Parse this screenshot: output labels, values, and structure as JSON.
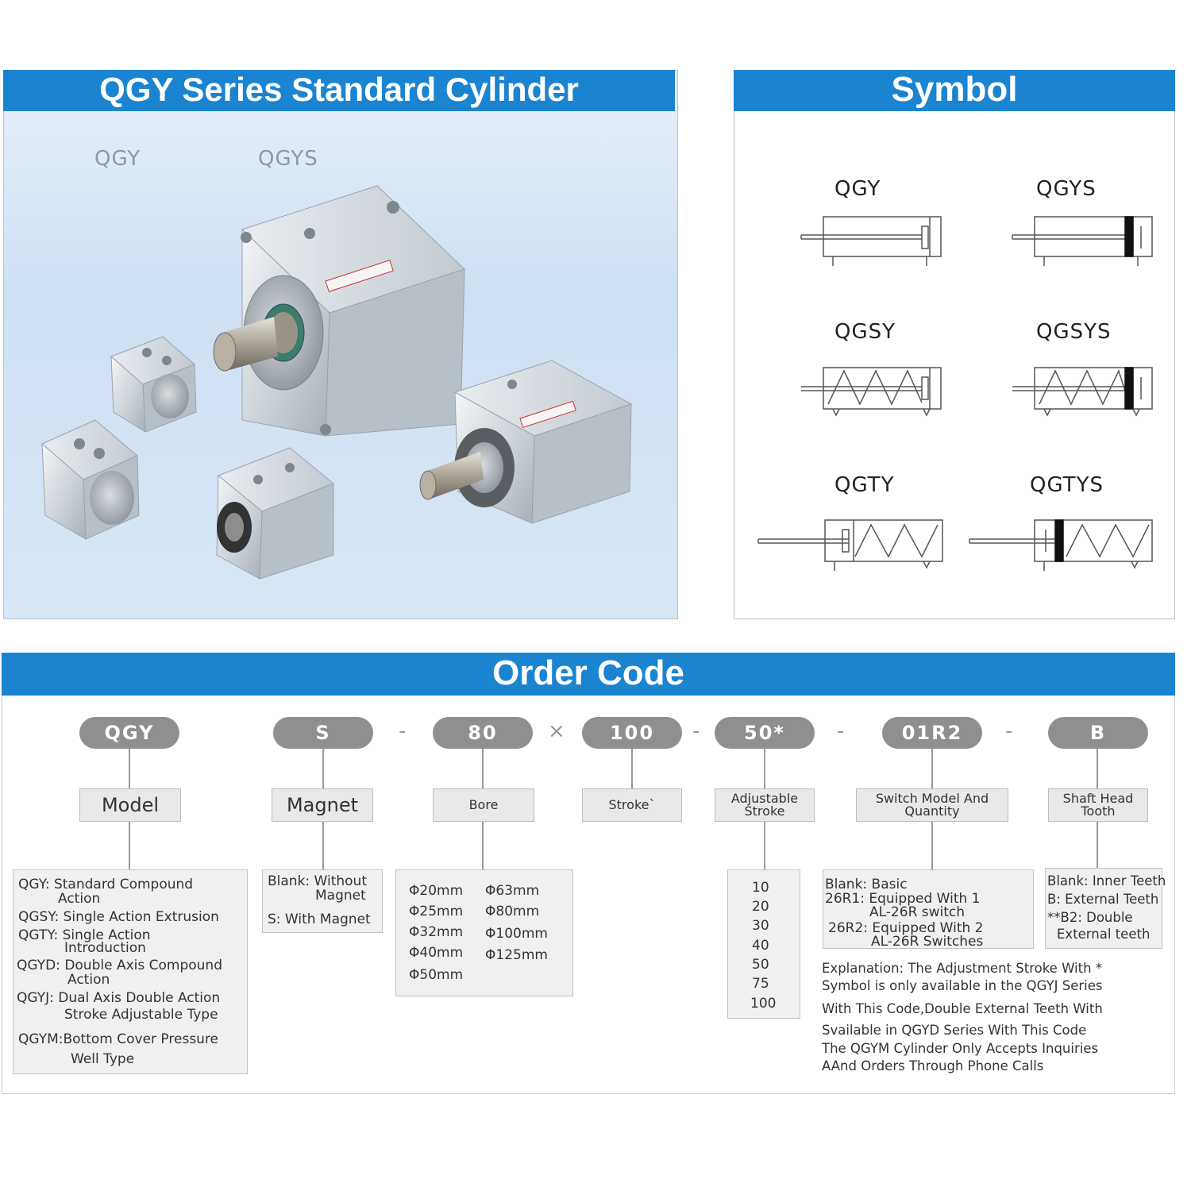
{
  "header": {
    "product_title": "QGY Series Standard Cylinder",
    "symbol_title": "Symbol",
    "order_title": "Order Code"
  },
  "photo": {
    "label_qgy": "QGY",
    "label_qgys": "QGYS"
  },
  "symbols": [
    {
      "label": "QGY"
    },
    {
      "label": "QGYS"
    },
    {
      "label": "QGSY"
    },
    {
      "label": "QGSYS"
    },
    {
      "label": "QGTY"
    },
    {
      "label": "QGTYS"
    }
  ],
  "order": {
    "codes": [
      "QGY",
      "S",
      "80",
      "100",
      "50*",
      "01R2",
      "B"
    ],
    "separators": [
      "-",
      "×",
      "-",
      "-",
      "-"
    ],
    "labels": [
      "Model",
      "Magnet",
      "Bore",
      "Stroke`",
      "Adjustable Stroke",
      "Switch Model And Quantity",
      "Shaft Head Tooth"
    ],
    "model_lines": [
      "QGY: Standard Compound",
      "Action",
      "QGSY: Single Action Extrusion",
      "QGTY: Single Action",
      "Introduction",
      "QGYD: Double Axis Compound",
      "Action",
      "QGYJ: Dual Axis Double Action",
      "Stroke Adjustable Type",
      "QGYM:Bottom Cover Pressure",
      "Well Type"
    ],
    "magnet_lines": [
      "Blank: Without",
      "Magnet",
      "S: With Magnet"
    ],
    "bore_col1": [
      "Φ20mm",
      "Φ25mm",
      "Φ32mm",
      "Φ40mm",
      "Φ50mm"
    ],
    "bore_col2": [
      "Φ63mm",
      "Φ80mm",
      "Φ100mm",
      "Φ125mm"
    ],
    "adjust_values": [
      "10",
      "20",
      "30",
      "40",
      "50",
      "75",
      "100"
    ],
    "switch_lines": [
      "Blank: Basic",
      "26R1: Equipped With 1",
      "AL-26R switch",
      "26R2: Equipped With 2",
      "AL-26R Switches"
    ],
    "tooth_lines": [
      "Blank: Inner Teeth",
      "B: External Teeth",
      "**B2: Double",
      "External teeth"
    ],
    "explanation": [
      "Explanation: The Adjustment Stroke With *",
      "Symbol is only available in the QGYJ Series",
      "With This Code,Double External Teeth With",
      "Svailable in QGYD Series With This Code",
      "The QGYM Cylinder Only Accepts Inquiries",
      "AAnd Orders Through Phone Calls"
    ]
  }
}
